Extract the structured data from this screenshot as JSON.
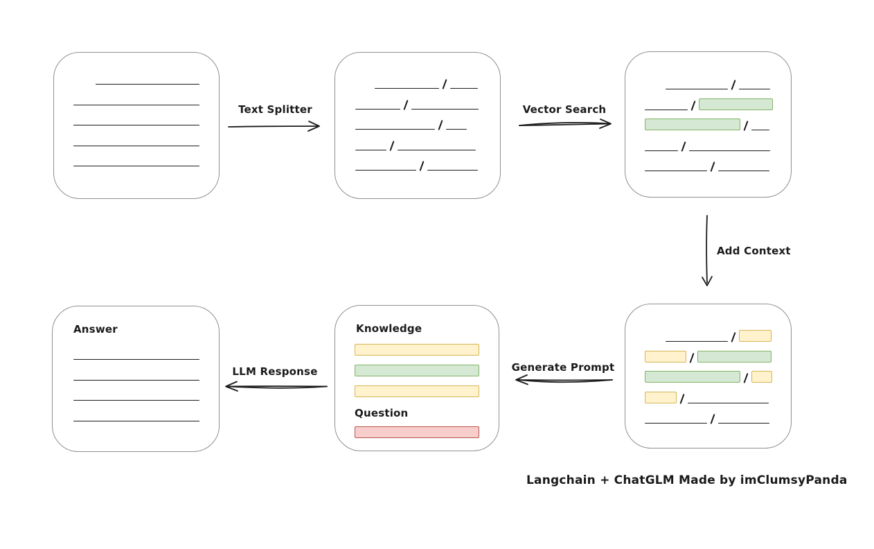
{
  "colors": {
    "chunk_green_fill": "#d5e8d4",
    "chunk_green_border": "#82b366",
    "chunk_yellow_fill": "#fff2cc",
    "chunk_yellow_border": "#d6b656",
    "chunk_red_fill": "#f8cecc",
    "chunk_red_border": "#b85450",
    "node_border": "#8f8f8f",
    "ink": "#1a1a1a"
  },
  "caption": "Langchain + ChatGLM Made by imClumsyPanda",
  "arrows": {
    "text_splitter": {
      "label": "Text Splitter"
    },
    "vector_search": {
      "label": "Vector Search"
    },
    "add_context": {
      "label": "Add Context"
    },
    "generate_prompt": {
      "label": "Generate Prompt"
    },
    "llm_response": {
      "label": "LLM Response"
    }
  },
  "boxes": {
    "document": {
      "rows": [
        [
          {
            "t": "gap",
            "w": 32
          },
          {
            "t": "line",
            "w": 150
          }
        ],
        [
          {
            "t": "line",
            "w": 182
          }
        ],
        [
          {
            "t": "line",
            "w": 182
          }
        ],
        [
          {
            "t": "line",
            "w": 182
          }
        ],
        [
          {
            "t": "line",
            "w": 182
          }
        ]
      ]
    },
    "split_text": {
      "rows": [
        [
          {
            "t": "gap",
            "w": 28
          },
          {
            "t": "line",
            "w": 93
          },
          {
            "t": "slash"
          },
          {
            "t": "line",
            "w": 40
          }
        ],
        [
          {
            "t": "line",
            "w": 65
          },
          {
            "t": "slash"
          },
          {
            "t": "line",
            "w": 97
          }
        ],
        [
          {
            "t": "line",
            "w": 115
          },
          {
            "t": "slash"
          },
          {
            "t": "line",
            "w": 30
          }
        ],
        [
          {
            "t": "line",
            "w": 45
          },
          {
            "t": "slash"
          },
          {
            "t": "line",
            "w": 113
          }
        ],
        [
          {
            "t": "line",
            "w": 88
          },
          {
            "t": "slash"
          },
          {
            "t": "line",
            "w": 73
          }
        ]
      ]
    },
    "search_results": {
      "rows": [
        [
          {
            "t": "gap",
            "w": 30
          },
          {
            "t": "line",
            "w": 90
          },
          {
            "t": "slash"
          },
          {
            "t": "line",
            "w": 45
          }
        ],
        [
          {
            "t": "line",
            "w": 62
          },
          {
            "t": "slash"
          },
          {
            "t": "green",
            "w": 107
          }
        ],
        [
          {
            "t": "green",
            "w": 138
          },
          {
            "t": "slash"
          },
          {
            "t": "line",
            "w": 26
          }
        ],
        [
          {
            "t": "line",
            "w": 48
          },
          {
            "t": "slash"
          },
          {
            "t": "line",
            "w": 117
          }
        ],
        [
          {
            "t": "line",
            "w": 90
          },
          {
            "t": "slash"
          },
          {
            "t": "line",
            "w": 74
          }
        ]
      ]
    },
    "context": {
      "rows": [
        [
          {
            "t": "gap",
            "w": 30
          },
          {
            "t": "line",
            "w": 90
          },
          {
            "t": "slash"
          },
          {
            "t": "yellow",
            "w": 47
          }
        ],
        [
          {
            "t": "yellow",
            "w": 60
          },
          {
            "t": "slash"
          },
          {
            "t": "green",
            "w": 107
          }
        ],
        [
          {
            "t": "green",
            "w": 138
          },
          {
            "t": "slash"
          },
          {
            "t": "yellow",
            "w": 30
          }
        ],
        [
          {
            "t": "yellow",
            "w": 46
          },
          {
            "t": "slash"
          },
          {
            "t": "line",
            "w": 117
          }
        ],
        [
          {
            "t": "line",
            "w": 90
          },
          {
            "t": "slash"
          },
          {
            "t": "line",
            "w": 74
          }
        ]
      ]
    },
    "prompt": {
      "knowledge_label": "Knowledge",
      "question_label": "Question",
      "knowledge_bars": [
        [
          {
            "t": "yellow",
            "w": 180
          }
        ],
        [
          {
            "t": "green",
            "w": 180
          }
        ],
        [
          {
            "t": "yellow",
            "w": 180
          }
        ]
      ],
      "question_bars": [
        [
          {
            "t": "red",
            "w": 180
          }
        ]
      ]
    },
    "answer": {
      "label": "Answer",
      "rows": [
        [
          {
            "t": "line",
            "w": 182
          }
        ],
        [
          {
            "t": "line",
            "w": 182
          }
        ],
        [
          {
            "t": "line",
            "w": 182
          }
        ],
        [
          {
            "t": "line",
            "w": 182
          }
        ]
      ]
    }
  }
}
